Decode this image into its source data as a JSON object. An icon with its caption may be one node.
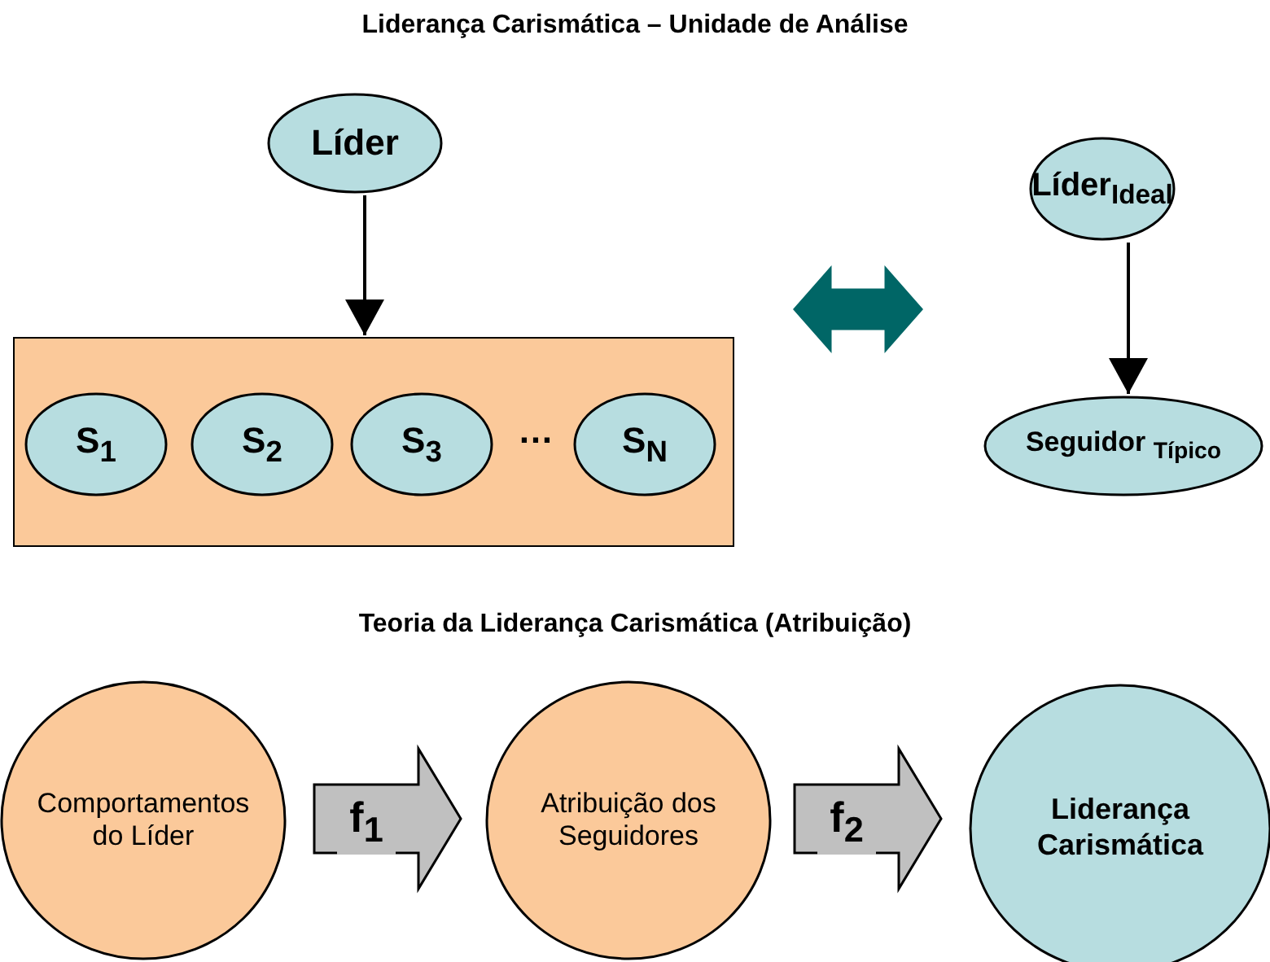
{
  "diagram": {
    "title": "Liderança Carismática – Unidade de Análise",
    "nodes": [
      {
        "text": [
          "Líder"
        ]
      },
      {
        "text": [],
        "shape": "box"
      },
      {
        "text": [
          "S$_{1}$"
        ],
        "in": 1
      },
      {
        "text": [
          "S$_{2}$"
        ],
        "in": 1
      },
      {
        "text": [
          "S$_{3}$"
        ],
        "in": 1
      },
      {
        "text": [
          "S$_{N}$"
        ],
        "in": 1
      },
      {
        "text": [
          "Líder$_{Ideal}$"
        ]
      },
      {
        "text": [
          "Seguidor $_{Típico}$"
        ]
      },
      {
        "text": [
          "Comportamentos do Líder"
        ]
      },
      {
        "text": [
          "Atribuição dos Seguidores"
        ]
      },
      {
        "text": [
          "Liderança Carismática"
        ]
      }
    ],
    "edges": [
      {
        "from": 0,
        "to": 1,
        "arrow": "to"
      },
      {
        "from": 1,
        "to": 7,
        "arrow": "both",
        "style": "thick",
        "color": "#006666"
      },
      {
        "from": 6,
        "to": 7,
        "arrow": "to"
      },
      {
        "from": 8,
        "to": 9,
        "arrow": "to",
        "label": "f$_{1}$",
        "style": "thick",
        "color": "#c0c0c0"
      },
      {
        "from": 9,
        "to": 10,
        "arrow": "to",
        "label": "f$_{2}$",
        "style": "thick",
        "color": "#c0c0c0"
      }
    ],
    "labels": [
      "…",
      "Teoria da Liderança Carismática (Atribuição)"
    ]
  }
}
